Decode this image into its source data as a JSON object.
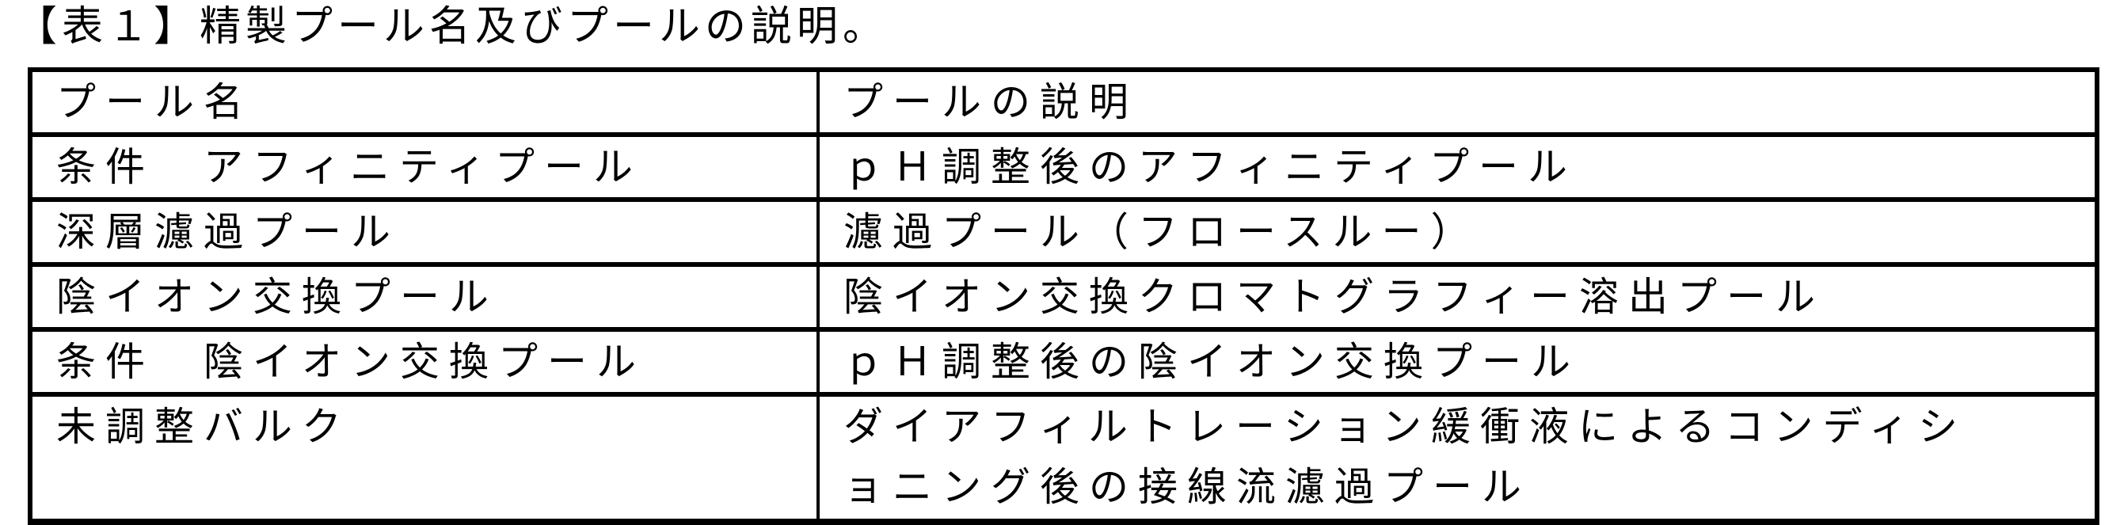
{
  "title": "【表１】精製プール名及びプールの説明。",
  "table": {
    "headers": [
      "プール名",
      "プールの説明"
    ],
    "rows": [
      {
        "name": "条件　アフィニティプール",
        "description": [
          "ｐＨ調整後のアフィニティプール"
        ]
      },
      {
        "name": "深層濾過プール",
        "description": [
          "濾過プール（フロースルー）"
        ]
      },
      {
        "name": "陰イオン交換プール",
        "description": [
          "陰イオン交換クロマトグラフィー溶出プール"
        ]
      },
      {
        "name": "条件　陰イオン交換プール",
        "description": [
          "ｐＨ調整後の陰イオン交換プール"
        ]
      },
      {
        "name": "未調整バルク",
        "description": [
          "ダイアフィルトレーション緩衝液によるコンディシ",
          "ョニング後の接線流濾過プール"
        ]
      }
    ]
  }
}
